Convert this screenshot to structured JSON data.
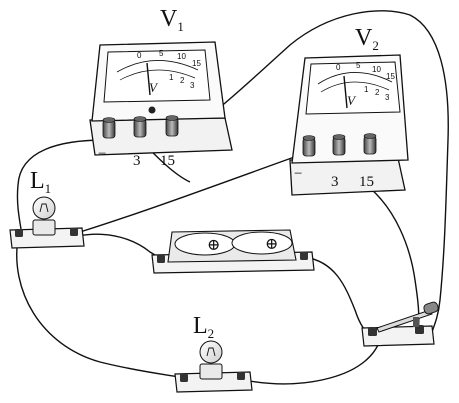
{
  "voltmeter_1": {
    "name": "V",
    "subscript": "1",
    "unit": "V",
    "terminals": {
      "minus": "−",
      "low": "3",
      "high": "15"
    },
    "top_scale": [
      "0",
      "5",
      "10",
      "15"
    ],
    "bottom_scale": [
      "1",
      "2",
      "3"
    ]
  },
  "voltmeter_2": {
    "name": "V",
    "subscript": "2",
    "unit": "V",
    "terminals": {
      "minus": "−",
      "low": "3",
      "high": "15"
    },
    "top_scale": [
      "0",
      "5",
      "10",
      "15"
    ],
    "bottom_scale": [
      "1",
      "2",
      "3"
    ]
  },
  "lamp_1": {
    "name": "L",
    "subscript": "1"
  },
  "lamp_2": {
    "name": "L",
    "subscript": "2"
  },
  "battery": {
    "cell_symbol": "⊕"
  },
  "switch": {
    "state": "open"
  }
}
